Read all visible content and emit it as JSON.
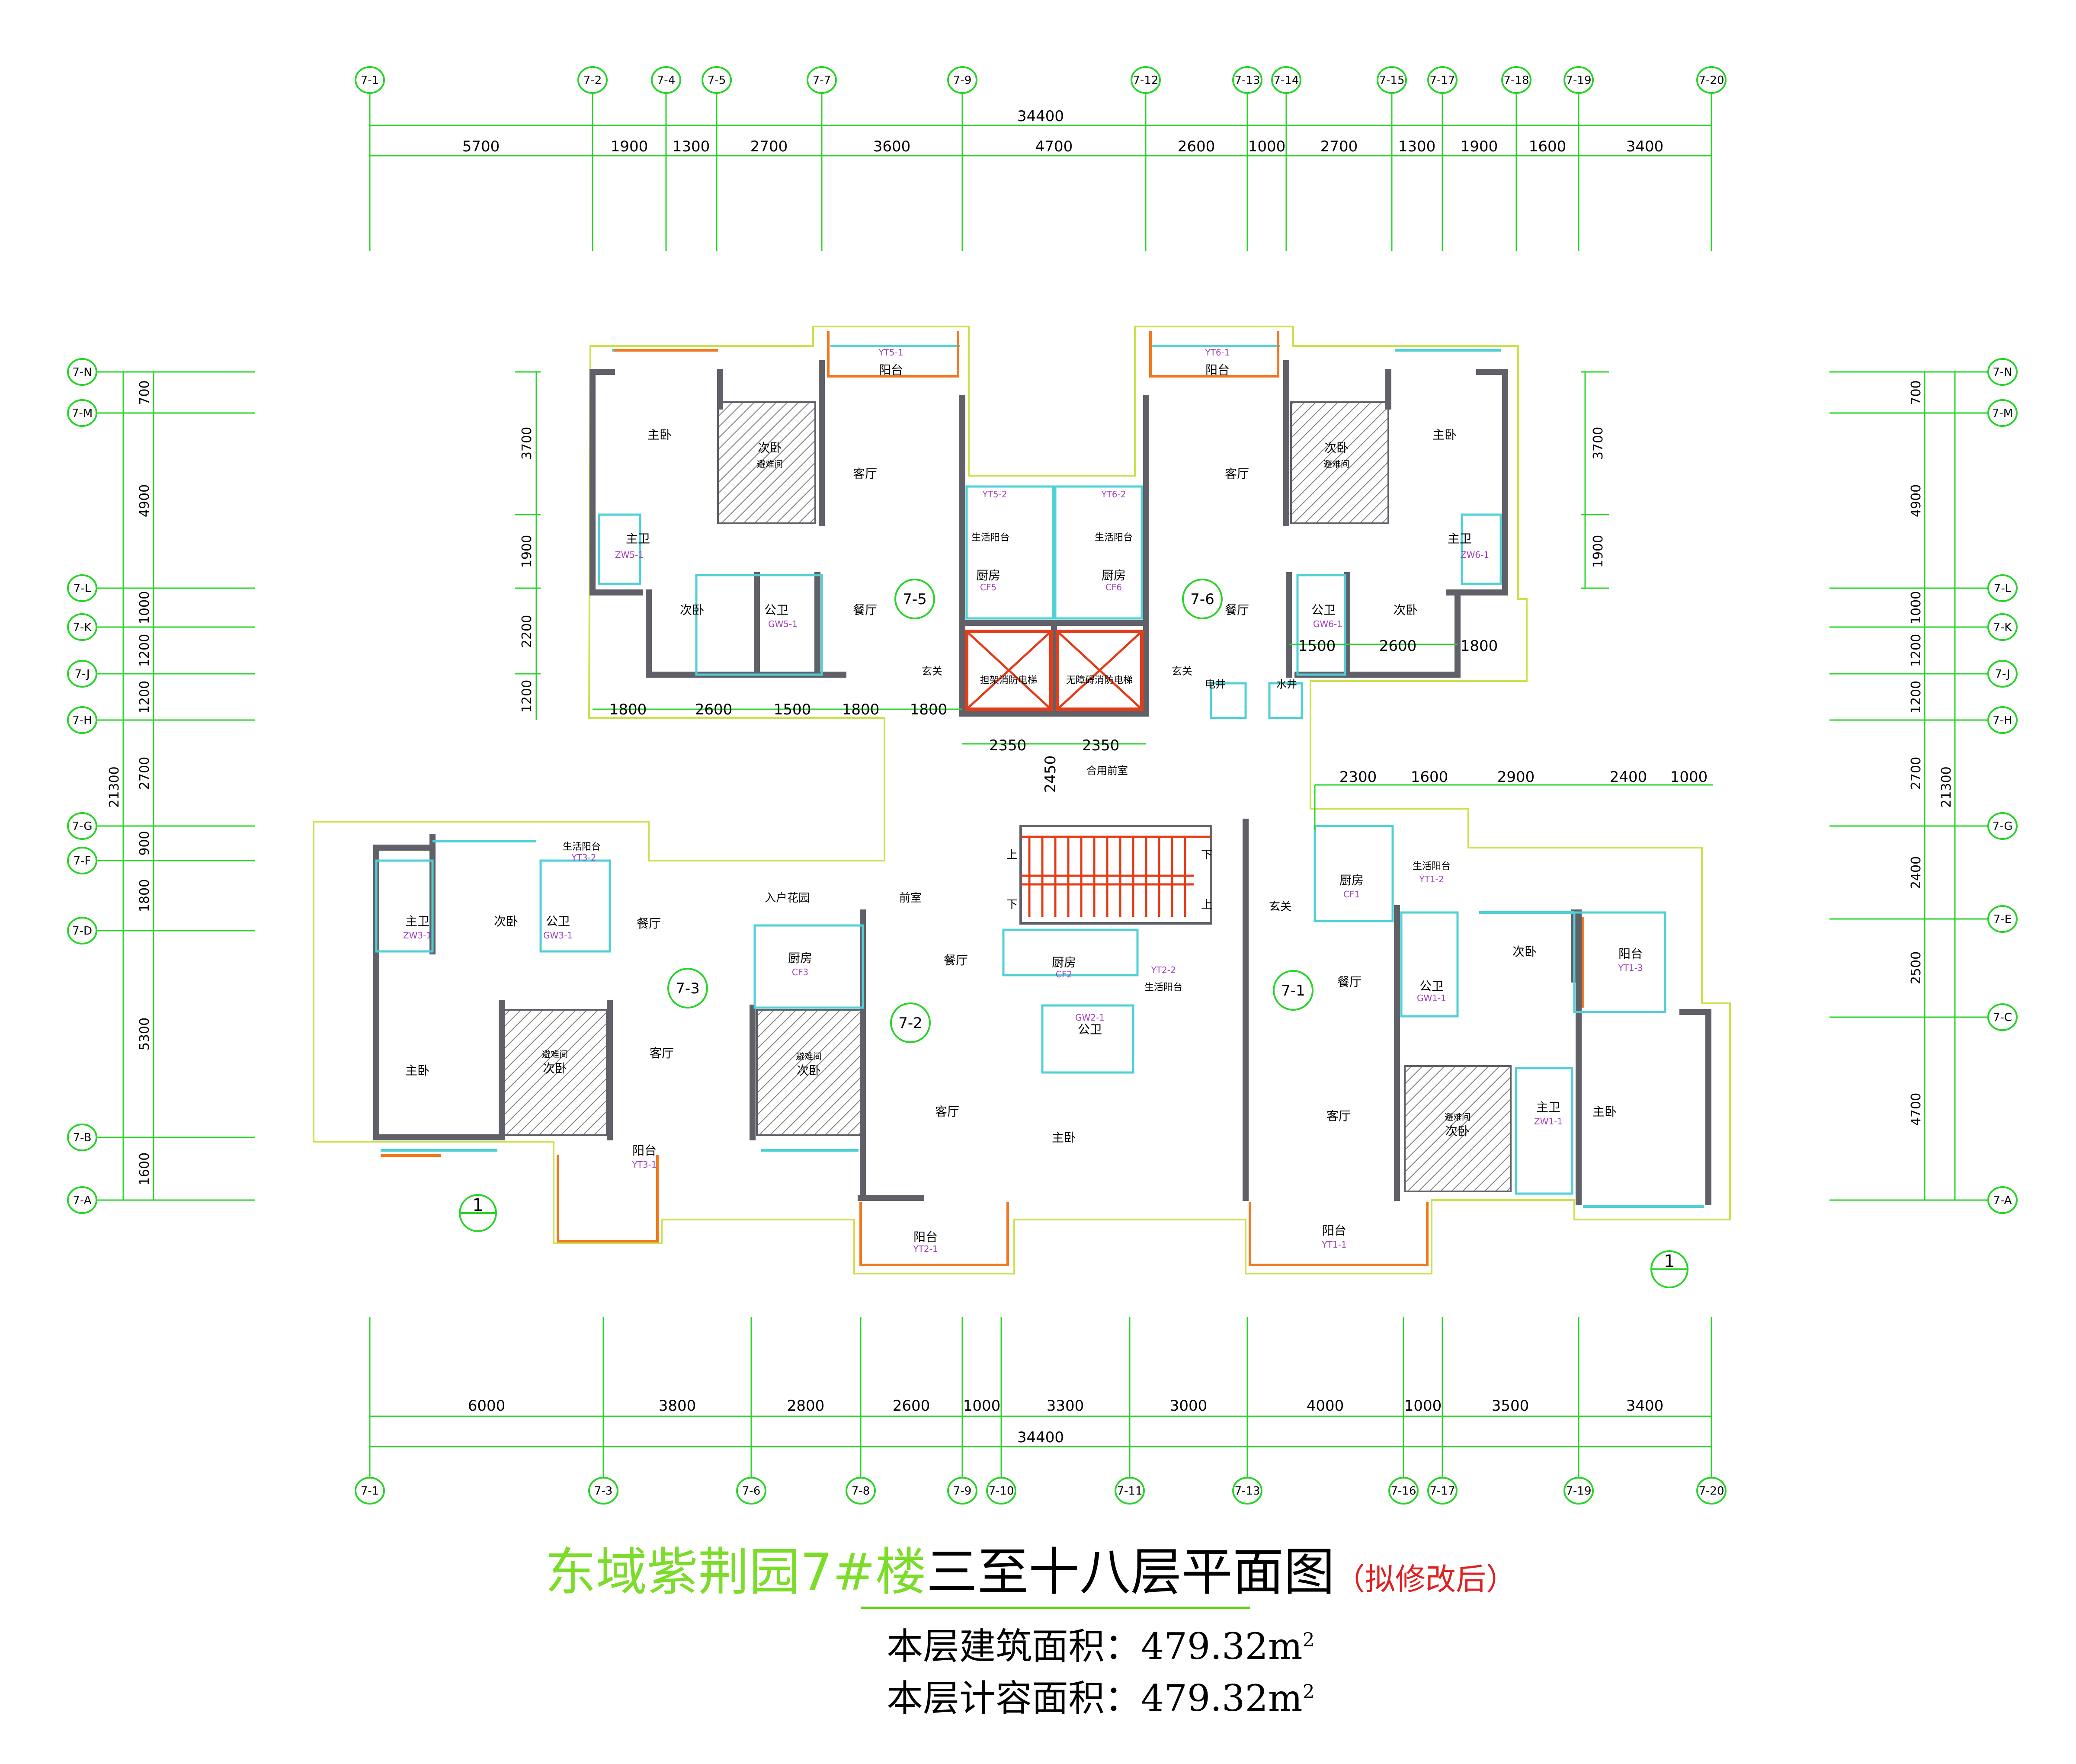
{
  "colors": {
    "grid": "#28d428",
    "wall": "#606068",
    "window": "#4fd0d6",
    "balcony": "#f07820",
    "outline": "#c8e34a",
    "text": "#000000",
    "tag": "#a040c0",
    "stair": "#e43c18",
    "hatch": "#808080"
  },
  "axes": {
    "top": [
      "7-1",
      "7-2",
      "7-4",
      "7-5",
      "7-7",
      "7-9",
      "7-12",
      "7-13",
      "7-14",
      "7-15",
      "7-17",
      "7-18",
      "7-19",
      "7-20"
    ],
    "bottom": [
      "7-1",
      "7-3",
      "7-6",
      "7-8",
      "7-9",
      "7-10",
      "7-11",
      "7-13",
      "7-16",
      "7-17",
      "7-19",
      "7-20"
    ],
    "left": [
      "7-N",
      "7-M",
      "7-L",
      "7-K",
      "7-J",
      "7-H",
      "7-G",
      "7-F",
      "7-D",
      "7-B",
      "7-A"
    ],
    "right": [
      "7-N",
      "7-M",
      "7-L",
      "7-K",
      "7-J",
      "7-H",
      "7-G",
      "7-E",
      "7-C",
      "7-A"
    ]
  },
  "dims": {
    "top_total": "34400",
    "top": [
      "5700",
      "1900",
      "1300",
      "2700",
      "3600",
      "4700",
      "2600",
      "1000",
      "2700",
      "1300",
      "1900",
      "1600",
      "3400"
    ],
    "bottom": [
      "6000",
      "3800",
      "2800",
      "2600",
      "1000",
      "3300",
      "3000",
      "4000",
      "1000",
      "3500",
      "3400"
    ],
    "bottom_total": "34400",
    "left_total": "21300",
    "left": [
      "700",
      "4900",
      "1000",
      "1200",
      "1200",
      "2700",
      "900",
      "1800",
      "5300",
      "1600"
    ],
    "left_inner": [
      "3700",
      "1900",
      "2200",
      "1200"
    ],
    "right_total": "21300",
    "right": [
      "700",
      "4900",
      "1000",
      "1200",
      "1200",
      "2700",
      "2400",
      "2500",
      "4700"
    ],
    "right_inner": [
      "3700",
      "1900"
    ],
    "row_upper_left": [
      "1800",
      "2600",
      "1500",
      "1800",
      "1800"
    ],
    "row_core": [
      "2350",
      "2350",
      "2450"
    ],
    "row_upper_right": [
      "1500",
      "2600",
      "1800"
    ],
    "row_right_mid": [
      "2300",
      "1600",
      "2900",
      "2400",
      "1000"
    ]
  },
  "units": [
    "7-5",
    "7-6",
    "7-3",
    "7-2",
    "7-1"
  ],
  "rooms": {
    "master": "主卧",
    "second": "次卧",
    "living": "客厅",
    "dining": "餐厅",
    "kitchen": "厨房",
    "public_bath": "公卫",
    "master_bath": "主卫",
    "balcony": "阳台",
    "service_balcony": "生活阳台",
    "entry": "玄关",
    "entry_garden": "入户花园",
    "foyer": "前室",
    "shared_foyer": "合用前室",
    "elevator_a": "担架消防电梯",
    "elevator_b": "无障碍消防电梯",
    "elec": "电井",
    "water": "水井",
    "up": "上",
    "down": "下",
    "shelter": "避难间"
  },
  "tags": [
    "YT5-1",
    "YT6-1",
    "YT5-2",
    "YT6-2",
    "CF5",
    "CF6",
    "GW5-1",
    "GW6-1",
    "ZW5-1",
    "ZW6-1",
    "YT3-2",
    "GW3-1",
    "ZW3-1",
    "CF3",
    "YT3-1",
    "CF2",
    "YT2-2",
    "GW2-1",
    "YT2-1",
    "CF1",
    "YT1-2",
    "GW1-1",
    "YT1-3",
    "ZW1-1",
    "YT1-1"
  ],
  "section_mark": "1",
  "title": {
    "project": "东域紫荆园7#楼",
    "name": "三至十八层平面图",
    "note": "（拟修改后）",
    "area_build_label": "本层建筑面积：",
    "area_build_value": "479.32m",
    "area_calc_label": "本层计容面积：",
    "area_calc_value": "479.32m",
    "sup": "2"
  }
}
